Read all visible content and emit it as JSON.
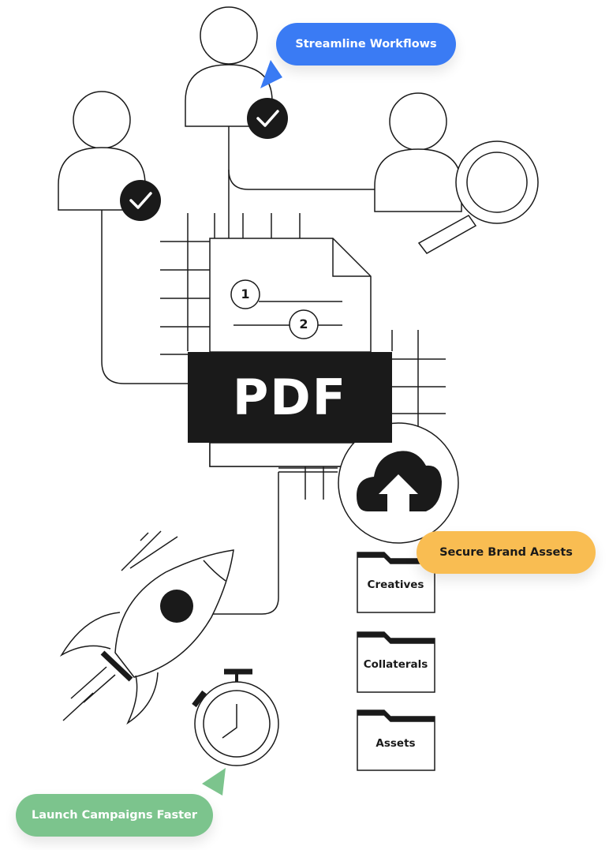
{
  "colors": {
    "line": "#1a1a1a",
    "dark_fill": "#1a1a1a",
    "blue_accent": "#3a7bf4",
    "orange_accent": "#f9bd52",
    "green_accent": "#7cc48d"
  },
  "callouts": {
    "streamline": "Streamline Workflows",
    "secure": "Secure Brand Assets",
    "launch": "Launch Campaigns Faster"
  },
  "document": {
    "label": "PDF",
    "steps": [
      "1",
      "2"
    ]
  },
  "folders": [
    "Creatives",
    "Collaterals",
    "Assets"
  ],
  "icons": [
    "person-icon",
    "checkmark-icon",
    "search-icon",
    "document-icon",
    "cloud-upload-icon",
    "folder-icon",
    "rocket-icon",
    "stopwatch-icon"
  ]
}
